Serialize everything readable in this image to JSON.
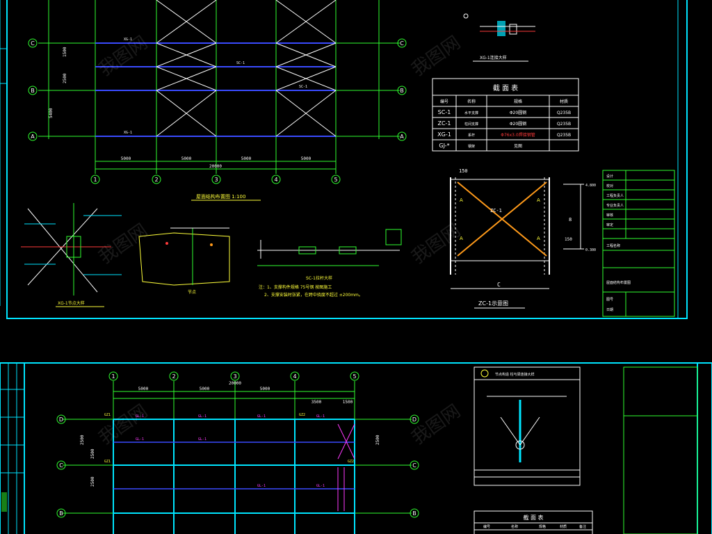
{
  "colors": {
    "background": "#000000",
    "frame": "#00e5ff",
    "grid": "#2fff2f",
    "beam": "#3a4bff",
    "brace": "#ffffff",
    "brace_orange": "#ff9a1a",
    "highlight": "#ff3a3a",
    "text_yellow": "#ffff3a",
    "dim": "#ffffff",
    "magenta": "#ff3aff"
  },
  "sheet1": {
    "axis_rows": [
      "C",
      "B",
      "A"
    ],
    "axis_cols": [
      "1",
      "2",
      "3",
      "4",
      "5"
    ],
    "left_dims": [
      "1500",
      "2500",
      "5400"
    ],
    "span_dims": [
      "5000",
      "5000",
      "5000",
      "5000"
    ],
    "total_dim": "20000",
    "plan_title": "屋面结构布置图 1:100",
    "brace_labels": [
      "XG-1",
      "SC-1",
      "XG-1",
      "SC-1"
    ],
    "detail1_title": "XG-1节点大样",
    "detail2_title": "节点",
    "detail3_title": "SC-1拉杆大样",
    "notes": [
      "注：1、支撑构件规格 75号钢 按图施工",
      "2、支撑安装时张紧，在跨中挠度不超过 ±200mm。"
    ],
    "top_detail_title": "XG-1连接大样",
    "section_table": {
      "title": "截 面 表",
      "headers": [
        "编号",
        "名称",
        "规格",
        "材质"
      ],
      "rows": [
        [
          "SC-1",
          "水平支撑",
          "Φ20圆钢",
          "Q235B"
        ],
        [
          "ZC-1",
          "柱间支撑",
          "Φ20圆钢",
          "Q235B"
        ],
        [
          "XG-1",
          "系杆",
          "Φ76x3.0焊接钢管",
          "Q235B"
        ],
        [
          "GJ-*",
          "钢架",
          "见图",
          ""
        ]
      ]
    },
    "zc_diagram_title": "ZC-1示意图",
    "zc_labels": {
      "top_dim": "150",
      "brace": "ZC-1",
      "bottom": "C",
      "right_top": "4.800",
      "right_mid": "8",
      "right_bot": "0.300",
      "corner": "150",
      "weld": "A"
    },
    "title_block": {
      "rows": [
        "设计",
        "校对",
        "工程负责人",
        "专业负责人",
        "审核",
        "审定",
        "图号",
        "日期"
      ],
      "project": "工程名称",
      "drawing": "屋面结构布置图"
    }
  },
  "sheet2": {
    "axis_cols": [
      "1",
      "2",
      "3",
      "4",
      "5"
    ],
    "axis_rows": [
      "D",
      "C",
      "B"
    ],
    "span_dims": [
      "5000",
      "5000",
      "5000",
      "3500",
      "1500"
    ],
    "total_dim": "20000",
    "left_dims": [
      "2500",
      "2500",
      "2500",
      "2500"
    ],
    "beam_labels": [
      "GL-1",
      "GL-1",
      "GL-1",
      "GL-1",
      "GL-1",
      "GL-1",
      "GL-1",
      "GL-1"
    ],
    "column_labels": [
      "GZ1",
      "GZ1",
      "GZ2",
      "GZ2"
    ],
    "detail_title": "节点构造 柱与梁连接大样",
    "section_table": {
      "title": "截 面 表",
      "headers": [
        "编号",
        "名称",
        "规格",
        "材质",
        "备注"
      ]
    }
  },
  "watermark": "我图网"
}
